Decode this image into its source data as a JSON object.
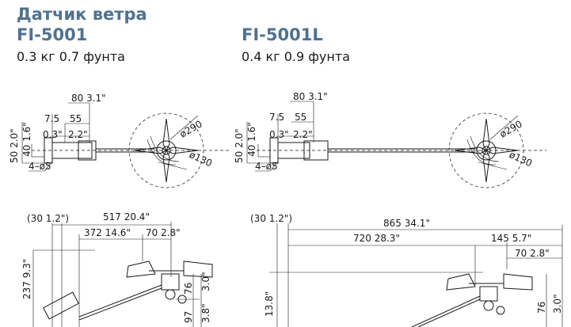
{
  "title": "Датчик ветра",
  "models": [
    {
      "name": "FI-5001",
      "weight": "0.3 кг   0.7 фунта"
    },
    {
      "name": "FI-5001L",
      "weight": "0.4 кг   0.9 фунта"
    }
  ],
  "top_view_left": {
    "dims": [
      "80 3.1\"",
      "7.5",
      "55",
      "0.3\"",
      "2.2\"",
      "50 2.0\"",
      "40 1.6\"",
      "4–ø5",
      "ø290",
      "ø130"
    ]
  },
  "top_view_right": {
    "dims": [
      "80 3.1\"",
      "7.5",
      "55",
      "0.3\"",
      "2.2\"",
      "50 2.0\"",
      "40 1.6\"",
      "4–ø5",
      "ø290",
      "ø130"
    ]
  },
  "side_view_left": {
    "dims": [
      "(30 1.2\")",
      "517 20.4\"",
      "372 14.6\"",
      "70 2.8\"",
      "237 9.3\"",
      "76",
      "3.0\"",
      "97",
      "3.8\""
    ]
  },
  "side_view_right": {
    "dims": [
      "(30 1.2\")",
      "865 34.1\"",
      "720 28.3\"",
      "145 5.7\"",
      "70 2.8\"",
      "13.8\"",
      "76",
      "3.0\""
    ]
  }
}
